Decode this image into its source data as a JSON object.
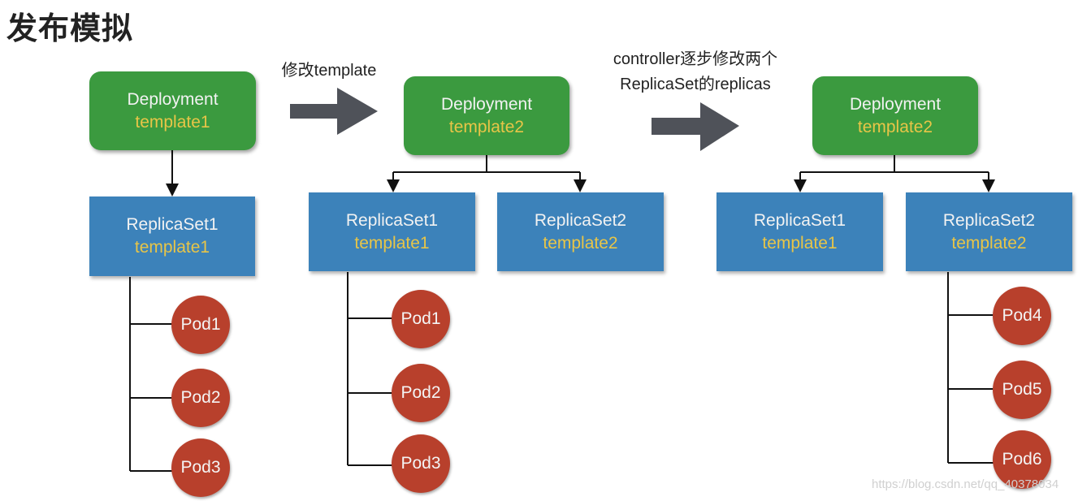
{
  "title": "发布模拟",
  "notes": {
    "step1": "修改template",
    "step2_line1": "controller逐步修改两个",
    "step2_line2": "ReplicaSet的replicas"
  },
  "stage1": {
    "deployment": {
      "name": "Deployment",
      "template": "template1"
    },
    "replicasets": [
      {
        "name": "ReplicaSet1",
        "template": "template1"
      }
    ],
    "pods": [
      "Pod1",
      "Pod2",
      "Pod3"
    ]
  },
  "stage2": {
    "deployment": {
      "name": "Deployment",
      "template": "template2"
    },
    "replicasets": [
      {
        "name": "ReplicaSet1",
        "template": "template1"
      },
      {
        "name": "ReplicaSet2",
        "template": "template2"
      }
    ],
    "pods": [
      "Pod1",
      "Pod2",
      "Pod3"
    ]
  },
  "stage3": {
    "deployment": {
      "name": "Deployment",
      "template": "template2"
    },
    "replicasets": [
      {
        "name": "ReplicaSet1",
        "template": "template1"
      },
      {
        "name": "ReplicaSet2",
        "template": "template2"
      }
    ],
    "pods": [
      "Pod4",
      "Pod5",
      "Pod6"
    ]
  },
  "watermark": "https://blog.csdn.net/qq_40378034",
  "colors": {
    "deployment": "#3b9a3f",
    "replicaset": "#3c82ba",
    "pod": "#b8402c",
    "template_text": "#e8c547",
    "arrow": "#4f5259"
  }
}
